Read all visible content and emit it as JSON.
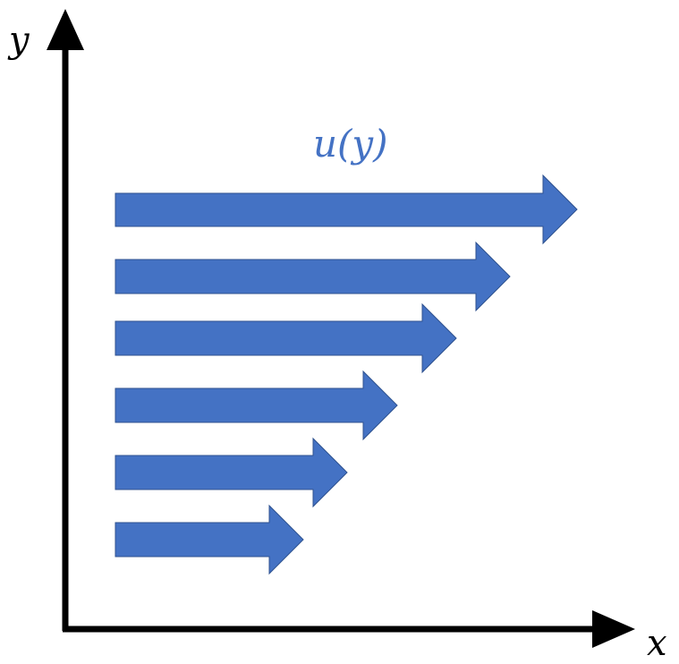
{
  "diagram": {
    "x_axis_label": "x",
    "y_axis_label": "y",
    "profile_label": "u(y)",
    "axis_color": "#000000",
    "arrow_color": "#4472C4",
    "arrow_outline_color": "#2F528F",
    "arrow_count": 6,
    "relative_arrow_lengths": [
      1.0,
      0.856,
      0.74,
      0.612,
      0.504,
      0.408
    ]
  }
}
